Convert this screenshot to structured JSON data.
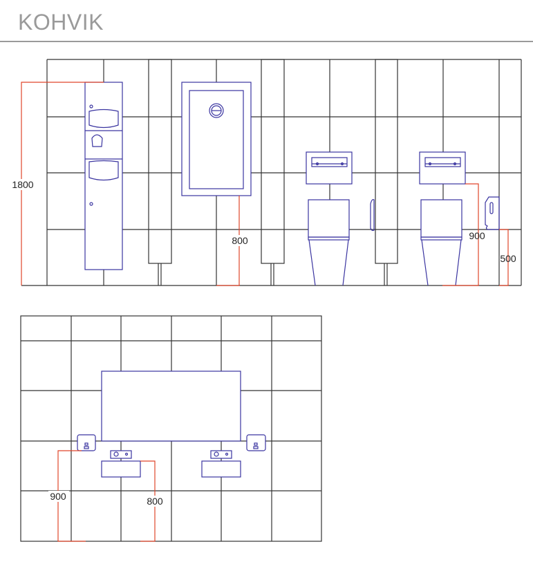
{
  "header": {
    "title": "KOHVIK"
  },
  "elevation_top": {
    "dimensions": {
      "dispenser_height": "1800",
      "mirror_height": "800",
      "flush_plate_height": "900",
      "paper_holder_height": "500"
    }
  },
  "elevation_bottom": {
    "dimensions": {
      "dryer_height": "900",
      "sink_height": "800"
    }
  },
  "colors": {
    "grid": "#333333",
    "fixture": "#3a34a0",
    "dimension": "#e0452a",
    "title": "#9a9a9a"
  }
}
